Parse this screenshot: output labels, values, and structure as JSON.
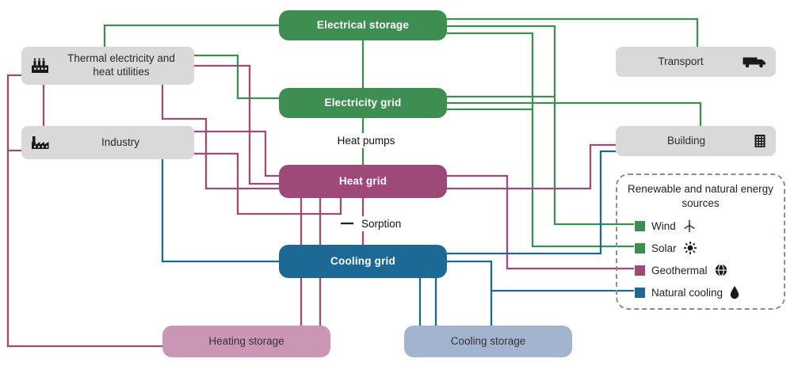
{
  "nodes": {
    "electrical_storage": {
      "label": "Electrical storage",
      "color": "#3e8e52"
    },
    "electricity_grid": {
      "label": "Electricity grid",
      "color": "#3e8e52"
    },
    "heat_grid": {
      "label": "Heat grid",
      "color": "#9e4a78"
    },
    "cooling_grid": {
      "label": "Cooling grid",
      "color": "#1d6996"
    },
    "thermal_utilities": {
      "label": "Thermal electricity and heat utilities",
      "color": "#d9d9d9",
      "icon": "power-plant-icon"
    },
    "industry": {
      "label": "Industry",
      "color": "#d9d9d9",
      "icon": "factory-icon"
    },
    "transport": {
      "label": "Transport",
      "color": "#d9d9d9",
      "icon": "truck-icon"
    },
    "building": {
      "label": "Building",
      "color": "#d9d9d9",
      "icon": "building-icon"
    },
    "heating_storage": {
      "label": "Heating storage",
      "color": "#cb96b6"
    },
    "cooling_storage": {
      "label": "Cooling storage",
      "color": "#a3b4cf"
    }
  },
  "flow_labels": {
    "heat_pumps": "Heat pumps",
    "sorption": "Sorption"
  },
  "legend": {
    "title": "Renewable and natural energy sources",
    "items": [
      {
        "label": "Wind",
        "color": "#3e8e52",
        "icon": "wind-turbine-icon"
      },
      {
        "label": "Solar",
        "color": "#3e8e52",
        "icon": "sun-icon"
      },
      {
        "label": "Geothermal",
        "color": "#9e4a78",
        "icon": "globe-icon"
      },
      {
        "label": "Natural cooling",
        "color": "#1d6996",
        "icon": "water-drop-icon"
      }
    ]
  },
  "carriers": {
    "electricity": "#3e8e52",
    "heat": "#9e4a78",
    "cooling": "#1d6996"
  },
  "edges": [
    {
      "from": "electrical_storage",
      "to": "electricity_grid",
      "carrier": "electricity",
      "bidirectional": true
    },
    {
      "from": "electricity_grid",
      "to": "heat_grid",
      "carrier": "electricity",
      "via": "Heat pumps"
    },
    {
      "from": "electrical_storage",
      "to": "thermal_utilities",
      "carrier": "electricity"
    },
    {
      "from": "thermal_utilities",
      "to": "electricity_grid",
      "carrier": "electricity"
    },
    {
      "from": "electricity_grid",
      "to": "building",
      "carrier": "electricity"
    },
    {
      "from": "electrical_storage",
      "to": "transport",
      "carrier": "electricity"
    },
    {
      "from": "wind",
      "to": "electrical_storage",
      "carrier": "electricity"
    },
    {
      "from": "wind",
      "to": "electricity_grid",
      "carrier": "electricity"
    },
    {
      "from": "solar",
      "to": "electrical_storage",
      "carrier": "electricity"
    },
    {
      "from": "solar",
      "to": "electricity_grid",
      "carrier": "electricity"
    },
    {
      "from": "thermal_utilities",
      "to": "heat_grid",
      "carrier": "heat"
    },
    {
      "from": "industry",
      "to": "heat_grid",
      "carrier": "heat"
    },
    {
      "from": "heat_grid",
      "to": "thermal_utilities",
      "carrier": "heat"
    },
    {
      "from": "heat_grid",
      "to": "industry",
      "carrier": "heat"
    },
    {
      "from": "heat_grid",
      "to": "cooling_grid",
      "carrier": "heat",
      "via": "Sorption"
    },
    {
      "from": "heat_grid",
      "to": "heating_storage",
      "carrier": "heat"
    },
    {
      "from": "heating_storage",
      "to": "heat_grid",
      "carrier": "heat"
    },
    {
      "from": "thermal_utilities",
      "to": "heating_storage",
      "carrier": "heat"
    },
    {
      "from": "industry",
      "to": "heating_storage",
      "carrier": "heat"
    },
    {
      "from": "geothermal",
      "to": "heat_grid",
      "carrier": "heat"
    },
    {
      "from": "heat_grid",
      "to": "building",
      "carrier": "heat"
    },
    {
      "from": "cooling_grid",
      "to": "cooling_storage",
      "carrier": "cooling"
    },
    {
      "from": "cooling_storage",
      "to": "cooling_grid",
      "carrier": "cooling"
    },
    {
      "from": "natural_cooling",
      "to": "cooling_grid",
      "carrier": "cooling"
    },
    {
      "from": "natural_cooling",
      "to": "cooling_storage",
      "carrier": "cooling"
    },
    {
      "from": "cooling_grid",
      "to": "industry",
      "carrier": "cooling"
    },
    {
      "from": "cooling_grid",
      "to": "building",
      "carrier": "cooling"
    }
  ]
}
